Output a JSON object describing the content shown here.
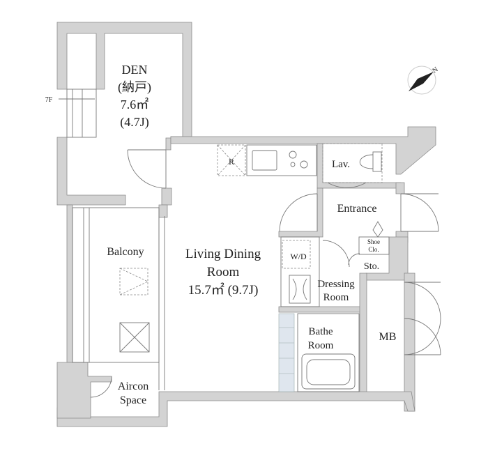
{
  "rooms": {
    "den": {
      "line1": "DEN",
      "line2": "(納戸)",
      "line3": "7.6㎡",
      "line4": "(4.7J)"
    },
    "floor_marker": "7F",
    "lavatory": "Lav.",
    "entrance": "Entrance",
    "refrigerator": "R",
    "washer_dryer": "W/D",
    "shoe_closet": {
      "line1": "Shoe",
      "line2": "Clo."
    },
    "storage": "Sto.",
    "balcony": "Balcony",
    "living": {
      "line1": "Living Dining",
      "line2": "Room",
      "line3": "15.7㎡ (9.7J)"
    },
    "dressing": {
      "line1": "Dressing",
      "line2": "Room"
    },
    "bath": {
      "line1": "Bathe",
      "line2": "Room"
    },
    "mb": "MB",
    "aircon": {
      "line1": "Aircon",
      "line2": "Space"
    }
  },
  "compass": {
    "label": "N"
  },
  "colors": {
    "wall": "#d3d3d3",
    "wall_outline": "#8a8a8a",
    "bath_tile": "#dfe6ee",
    "line": "#777777"
  }
}
